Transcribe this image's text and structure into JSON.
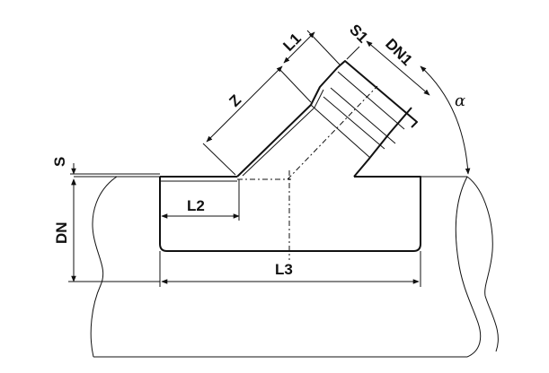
{
  "labels": {
    "s": "S",
    "dn": "DN",
    "l2": "L2",
    "l3": "L3",
    "z": "Z",
    "l1": "L1",
    "s1": "S1",
    "dn1": "DN1",
    "alpha": "α"
  },
  "colors": {
    "line": "#111111",
    "background": "#ffffff"
  }
}
